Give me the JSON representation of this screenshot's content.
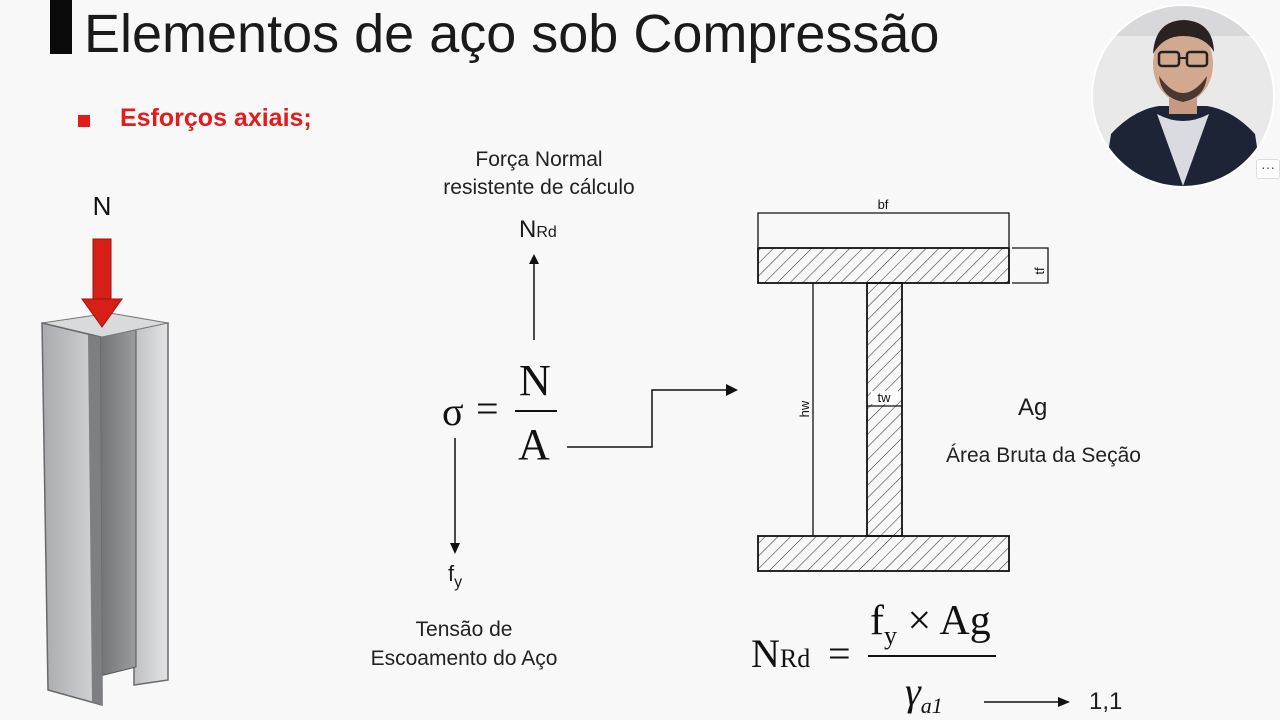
{
  "slide": {
    "title": "Elementos de aço sob Compressão",
    "bullet": "Esforços axiais;"
  },
  "column": {
    "load_label": "N"
  },
  "formula": {
    "top_caption": "Força Normal\nresistente de cálculo",
    "nrd_main": "N",
    "nrd_sub": "Rd",
    "sigma": "σ",
    "equals": "=",
    "numerator": "N",
    "denominator": "A",
    "fy_main": "f",
    "fy_sub": "y",
    "bottom_caption": "Tensão de\nEscoamento do Aço"
  },
  "section": {
    "bf": "bf",
    "tf": "tf",
    "hw": "hw",
    "tw": "tw",
    "ag": "Ag",
    "ag_caption": "Área Bruta da Seção"
  },
  "design_equation": {
    "lhs_main": "N",
    "lhs_sub": "Rd",
    "equals": "=",
    "numerator": "f",
    "numerator_sub": "y",
    "times": "×",
    "numerator_tail": "Ag",
    "gamma": "γ",
    "gamma_sub": "a1",
    "gamma_value": "1,1"
  },
  "ui": {
    "more_menu": "···"
  },
  "colors": {
    "accent_red": "#e21b1b",
    "arrow_red": "#d61f16"
  }
}
